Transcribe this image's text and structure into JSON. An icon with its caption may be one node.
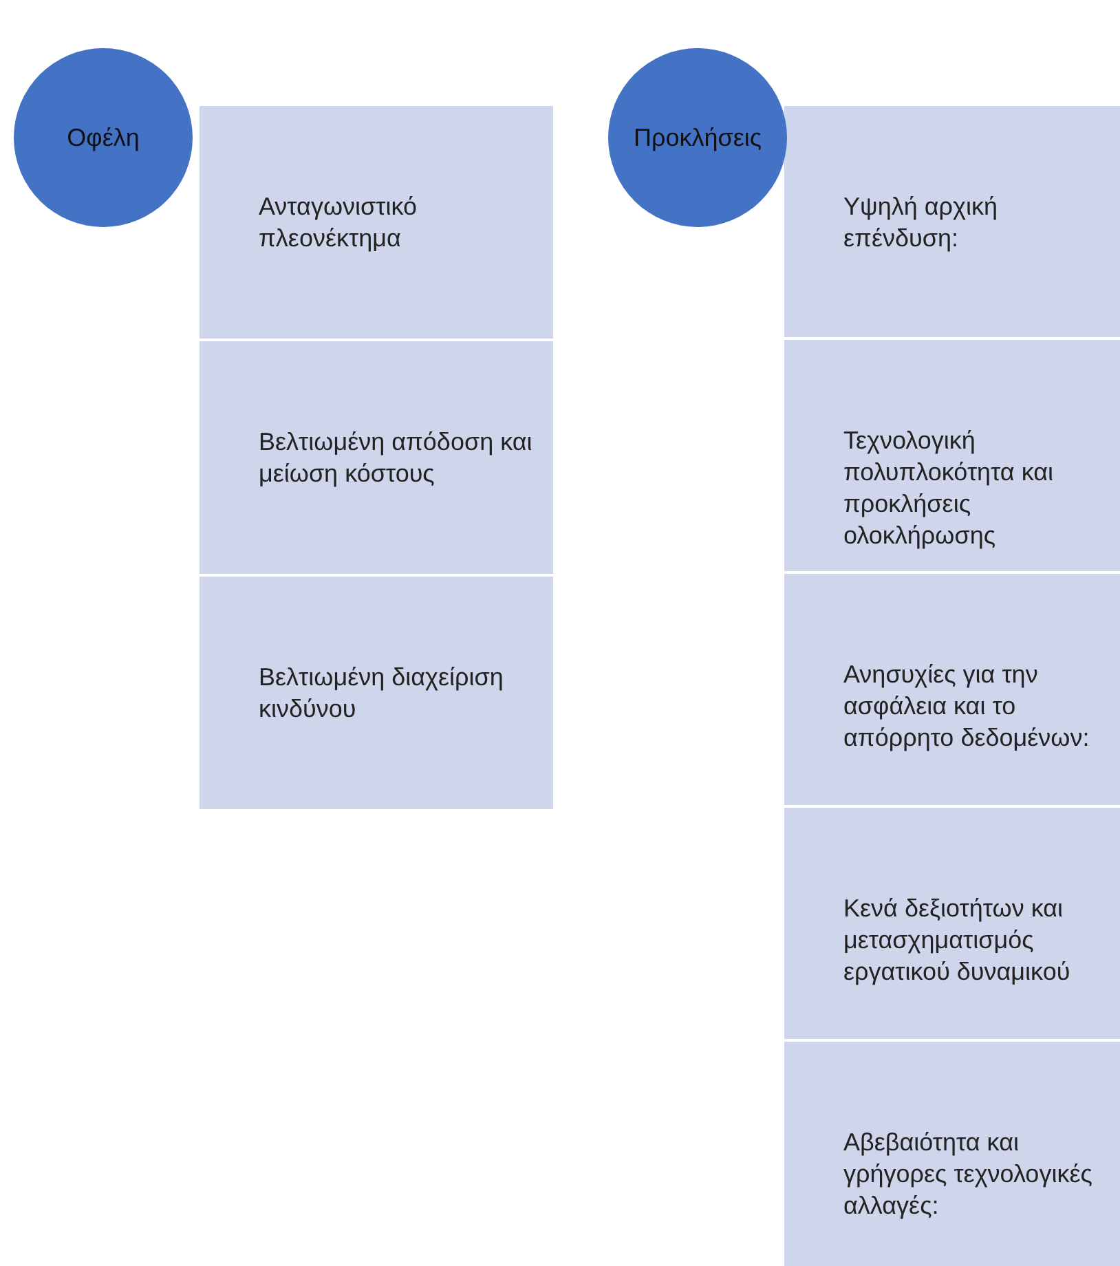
{
  "diagram": {
    "nodes": [
      {
        "text": [
          "Οφέλη"
        ]
      },
      {
        "text": [
          "Ανταγωνιστικό πλεονέκτημα"
        ]
      },
      {
        "text": [
          "Βελτιωμένη απόδοση και μείωση κόστους"
        ]
      },
      {
        "text": [
          "Βελτιωμένη διαχείριση κινδύνου"
        ]
      },
      {
        "text": [
          "Προκλήσεις"
        ]
      },
      {
        "text": [
          "Υψηλή αρχική επένδυση:"
        ]
      },
      {
        "text": [
          "Τεχνολογική πολυπλοκότητα και προκλήσεις ολοκλήρωσης"
        ]
      },
      {
        "text": [
          "Ανησυχίες για την ασφάλεια και το απόρρητο δεδομένων:"
        ]
      },
      {
        "text": [
          "Κενά δεξιοτήτων και μετασχηματισμός εργατικού δυναμικού"
        ]
      },
      {
        "text": [
          "Αβεβαιότητα και γρήγορες τεχνολογικές αλλαγές:"
        ]
      }
    ]
  }
}
